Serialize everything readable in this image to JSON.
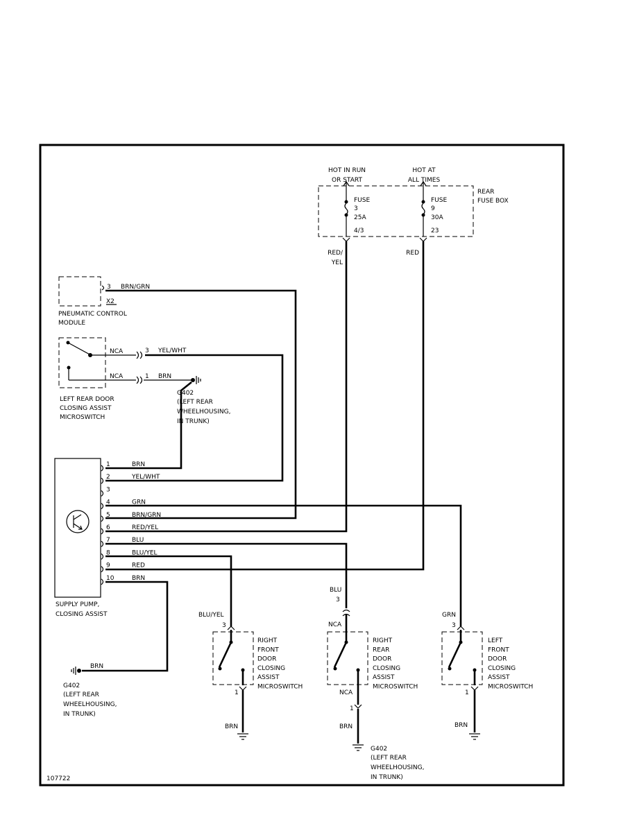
{
  "diagram_id": "107722",
  "power": {
    "hot_run_line1": "HOT IN RUN",
    "hot_run_line2": "OR START",
    "hot_at_line1": "HOT AT",
    "hot_at_line2": "ALL TIMES",
    "fuse_box_line1": "REAR",
    "fuse_box_line2": "FUSE BOX",
    "fuse3": {
      "label": "FUSE",
      "num": "3",
      "amps": "25A",
      "pin": "4/3"
    },
    "fuse9": {
      "label": "FUSE",
      "num": "9",
      "amps": "30A",
      "pin": "23"
    },
    "wire_red_yel_1": "RED/",
    "wire_red_yel_2": "YEL",
    "wire_red": "RED"
  },
  "pcm": {
    "name_line1": "PNEUMATIC CONTROL",
    "name_line2": "MODULE",
    "pin": "3",
    "wire": "BRN/GRN",
    "connector": "X2"
  },
  "left_rear_switch": {
    "label_nca_1": "NCA",
    "pin_a": "3",
    "wire_a": "YEL/WHT",
    "label_nca_2": "NCA",
    "pin_b": "1",
    "wire_b": "BRN",
    "name_line1": "LEFT REAR DOOR",
    "name_line2": "CLOSING ASSIST",
    "name_line3": "MICROSWITCH"
  },
  "ground_top": {
    "id": "G402",
    "line1": "(LEFT REAR",
    "line2": "WHEELHOUSING,",
    "line3": "IN TRUNK)"
  },
  "pump": {
    "name_line1": "SUPPLY PUMP,",
    "name_line2": "CLOSING ASSIST",
    "pins": [
      {
        "num": "1",
        "wire": "BRN"
      },
      {
        "num": "2",
        "wire": "YEL/WHT"
      },
      {
        "num": "3",
        "wire": ""
      },
      {
        "num": "4",
        "wire": "GRN"
      },
      {
        "num": "5",
        "wire": "BRN/GRN"
      },
      {
        "num": "6",
        "wire": "RED/YEL"
      },
      {
        "num": "7",
        "wire": "BLU"
      },
      {
        "num": "8",
        "wire": "BLU/YEL"
      },
      {
        "num": "9",
        "wire": "RED"
      },
      {
        "num": "10",
        "wire": "BRN"
      }
    ]
  },
  "ground_left": {
    "wire": "BRN",
    "id": "G402",
    "line1": "(LEFT REAR",
    "line2": "WHEELHOUSING,",
    "line3": "IN TRUNK)"
  },
  "rf_switch": {
    "wire_in": "BLU/YEL",
    "pin_in": "3",
    "name": [
      "RIGHT",
      "FRONT",
      "DOOR",
      "CLOSING",
      "ASSIST",
      "MICROSWITCH"
    ],
    "pin_out": "1",
    "wire_out": "BRN"
  },
  "rr_switch": {
    "wire_in": "BLU",
    "pin_conn": "3",
    "label_nca_in": "NCA",
    "name": [
      "RIGHT",
      "REAR",
      "DOOR",
      "CLOSING",
      "ASSIST",
      "MICROSWITCH"
    ],
    "label_nca_out": "NCA",
    "pin_out": "1",
    "wire_out": "BRN"
  },
  "lf_switch": {
    "wire_in": "GRN",
    "pin_in": "3",
    "name": [
      "LEFT",
      "FRONT",
      "DOOR",
      "CLOSING",
      "ASSIST",
      "MICROSWITCH"
    ],
    "pin_out": "1",
    "wire_out": "BRN"
  },
  "ground_bottom": {
    "id": "G402",
    "line1": "(LEFT REAR",
    "line2": "WHEELHOUSING,",
    "line3": "IN TRUNK)"
  }
}
